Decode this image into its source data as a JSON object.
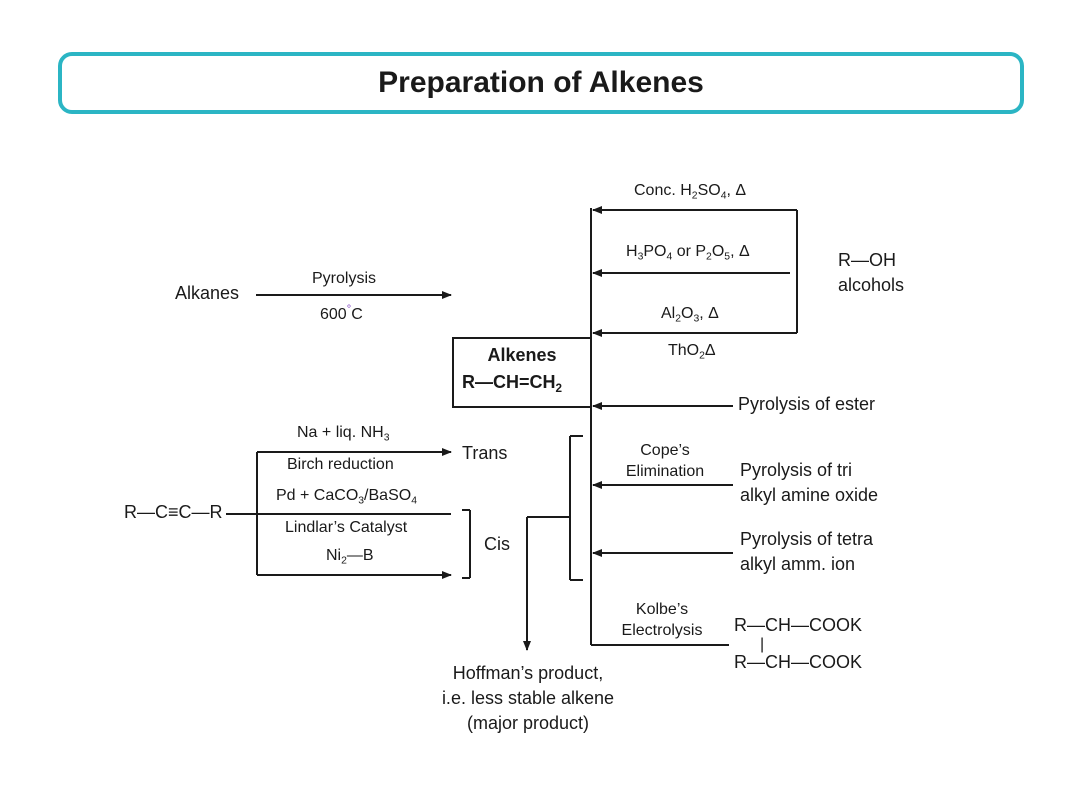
{
  "title": "Preparation of Alkenes",
  "center": {
    "label": "Alkenes",
    "formula": "R—CH=CH",
    "formula_sub": "2"
  },
  "alkanes": {
    "reactant": "Alkanes",
    "reagent": "Pyrolysis",
    "temp": "600",
    "temp_sup": "°",
    "temp_unit": "C"
  },
  "alkyne": {
    "reactant": "R—C≡C—R",
    "trans_reagent_a": "Na + liq. NH",
    "trans_reagent_a_sub": "3",
    "trans_reagent_b": "Birch reduction",
    "cis_reagent_a_1": "Pd + CaCO",
    "cis_reagent_a_sub1": "3",
    "cis_reagent_a_2": "/BaSO",
    "cis_reagent_a_sub2": "4",
    "cis_reagent_b": "Lindlar’s Catalyst",
    "cis_reagent_c_1": "Ni",
    "cis_reagent_c_sub": "2",
    "cis_reagent_c_2": "—B",
    "trans_label": "Trans",
    "cis_label": "Cis"
  },
  "alcohols": {
    "reactant": "R—OH",
    "reactant_name": "alcohols",
    "r1_a": "Conc. H",
    "r1_sub1": "2",
    "r1_b": "SO",
    "r1_sub2": "4",
    "r1_c": ", Δ",
    "r2_a": "H",
    "r2_sub1": "3",
    "r2_b": "PO",
    "r2_sub2": "4",
    "r2_c": " or P",
    "r2_sub3": "2",
    "r2_d": "O",
    "r2_sub4": "5",
    "r2_e": ", Δ",
    "r3_a": "Al",
    "r3_sub1": "2",
    "r3_b": "O",
    "r3_sub2": "3",
    "r3_c": ", Δ",
    "r4_a": "ThO",
    "r4_sub": "2",
    "r4_b": "Δ"
  },
  "ester": {
    "label": "Pyrolysis of ester"
  },
  "copes": {
    "reagent_1": "Cope’s",
    "reagent_2": "Elimination",
    "label_1": "Pyrolysis of tri",
    "label_2": "alkyl amine oxide"
  },
  "tetra": {
    "label_1": "Pyrolysis of tetra",
    "label_2": "alkyl amm. ion"
  },
  "kolbe": {
    "reagent_1": "Kolbe’s",
    "reagent_2": "Electrolysis",
    "formula_1": "R—CH—COOK",
    "bond": "|",
    "formula_2": "R—CH—COOK"
  },
  "hoffman": {
    "line_1": "Hoffman’s product,",
    "line_2": "i.e. less stable alkene",
    "line_3": "(major product)"
  },
  "colors": {
    "border": "#2bb5c4",
    "line": "#1a1a1a",
    "degree": "#7a3bbf"
  }
}
